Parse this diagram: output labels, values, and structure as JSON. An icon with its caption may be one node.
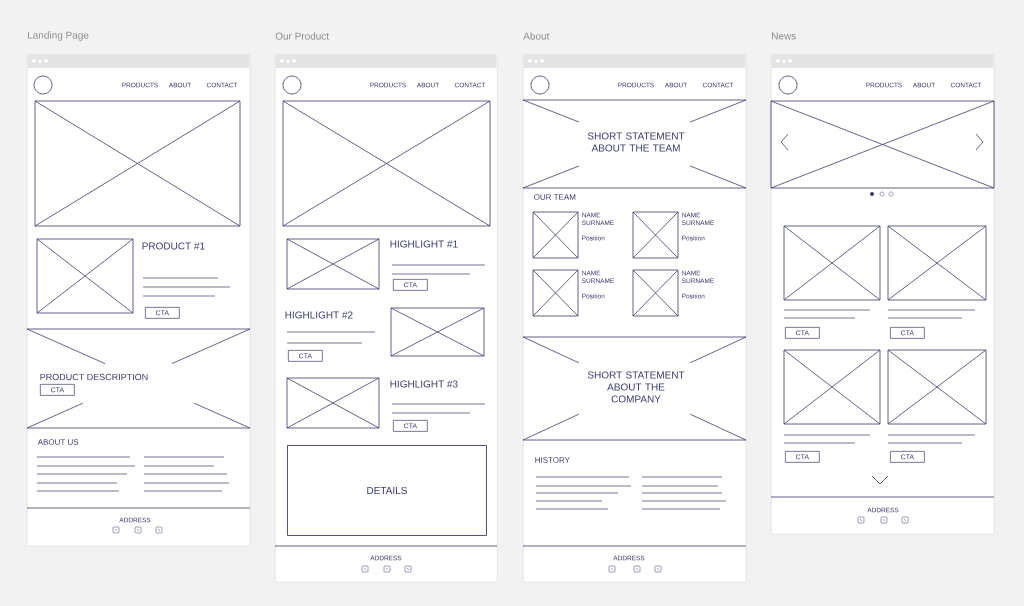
{
  "diagram": {
    "nodes": [
      {
        "text": [
          "Landing Page"
        ]
      },
      {
        "text": [
          "CTA"
        ],
        "in": 0
      },
      {
        "text": [
          "CTA"
        ],
        "in": 0
      },
      {
        "text": [
          "Our Product"
        ]
      },
      {
        "text": [
          "CTA"
        ],
        "in": 3
      },
      {
        "text": [
          "CTA"
        ],
        "in": 3
      },
      {
        "text": [
          "CTA"
        ],
        "in": 3
      },
      {
        "text": [
          "DETAILS"
        ],
        "in": 3
      },
      {
        "text": [
          "About"
        ]
      },
      {
        "text": [
          "News"
        ]
      },
      {
        "text": [
          "CTA"
        ],
        "in": 9
      },
      {
        "text": [
          "CTA"
        ],
        "in": 9
      },
      {
        "text": [
          "CTA"
        ],
        "in": 9
      },
      {
        "text": [
          "CTA"
        ],
        "in": 9
      }
    ],
    "labels": [
      "PRODUCTS",
      "ABOUT",
      "CONTACT",
      "PRODUCT #1",
      "PRODUCT DESCRIPTION",
      "ABOUT US",
      "ADDRESS",
      "PRODUCTS",
      "ABOUT",
      "CONTACT",
      "HIGHLIGHT #1",
      "HIGHLIGHT #2",
      "HIGHLIGHT #3",
      "ADDRESS",
      "PRODUCTS",
      "ABOUT",
      "CONTACT",
      "SHORT STATEMENT ABOUT THE TEAM",
      "OUR TEAM",
      "NAME SURNAME",
      "Position",
      "NAME SURNAME",
      "Position",
      "NAME SURNAME",
      "Position",
      "NAME SURNAME",
      "Position",
      "SHORT STATEMENT ABOUT THE COMPANY",
      "HISTORY",
      "ADDRESS",
      "PRODUCTS",
      "ABOUT",
      "CONTACT",
      "ADDRESS"
    ]
  }
}
